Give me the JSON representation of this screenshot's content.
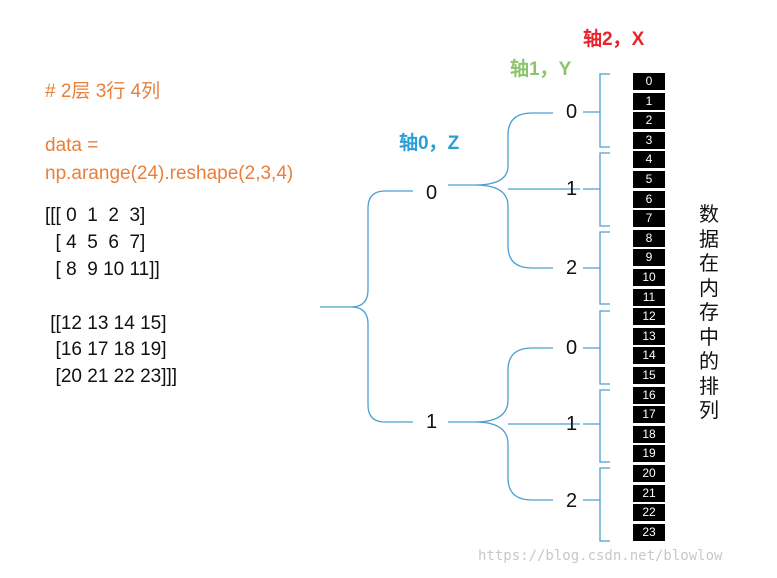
{
  "code": {
    "comment": "# 2层 3行 4列",
    "line1": "data =",
    "line2": "np.arange(24).reshape(2,3,4)",
    "array_lines": [
      "[[[ 0  1  2  3]",
      "  [ 4  5  6  7]",
      "  [ 8  9 10 11]]",
      "",
      " [[12 13 14 15]",
      "  [16 17 18 19]",
      "  [20 21 22 23]]]"
    ]
  },
  "axes": {
    "axis0": "轴0，Z",
    "axis1": "轴1，Y",
    "axis2": "轴2，X"
  },
  "tree": {
    "level0": [
      "0",
      "1"
    ],
    "level1": [
      "0",
      "1",
      "2",
      "0",
      "1",
      "2"
    ]
  },
  "memory_cells": [
    "0",
    "1",
    "2",
    "3",
    "4",
    "5",
    "6",
    "7",
    "8",
    "9",
    "10",
    "11",
    "12",
    "13",
    "14",
    "15",
    "16",
    "17",
    "18",
    "19",
    "20",
    "21",
    "22",
    "23"
  ],
  "memory_label": "数据在内存中的排列",
  "watermark": "https://blog.csdn.net/blowlow",
  "colors": {
    "code": "#e87f3c",
    "axis0": "#2a9fd6",
    "axis1": "#8cc46a",
    "axis2": "#e8232a",
    "bracket": "#4a9fd0"
  }
}
